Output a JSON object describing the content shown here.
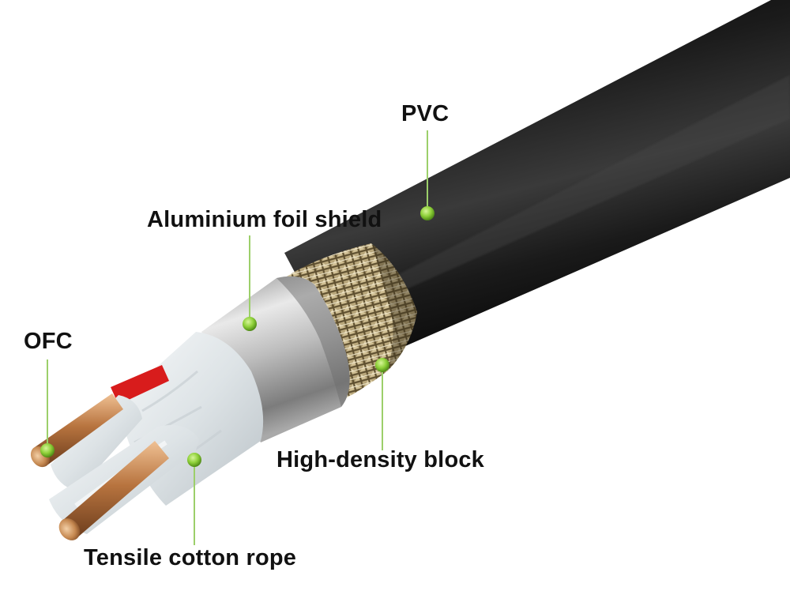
{
  "callouts": {
    "pvc": "PVC",
    "aluminium_foil_shield": "Aluminium foil shield",
    "ofc": "OFC",
    "high_density_block": "High-density block",
    "tensile_cotton_rope": "Tensile cotton rope"
  },
  "colors": {
    "callout_dot": "#8fd13a",
    "callout_line": "#9ccf6a",
    "pvc_jacket": "#1a1a1a",
    "braid": "#c9b78a",
    "foil": "#c8c8c8",
    "insulation": "#e8ecee",
    "copper": "#b8743f",
    "red_marker": "#d81c1c"
  },
  "icons": {
    "callout_marker": "green-dot-icon"
  }
}
